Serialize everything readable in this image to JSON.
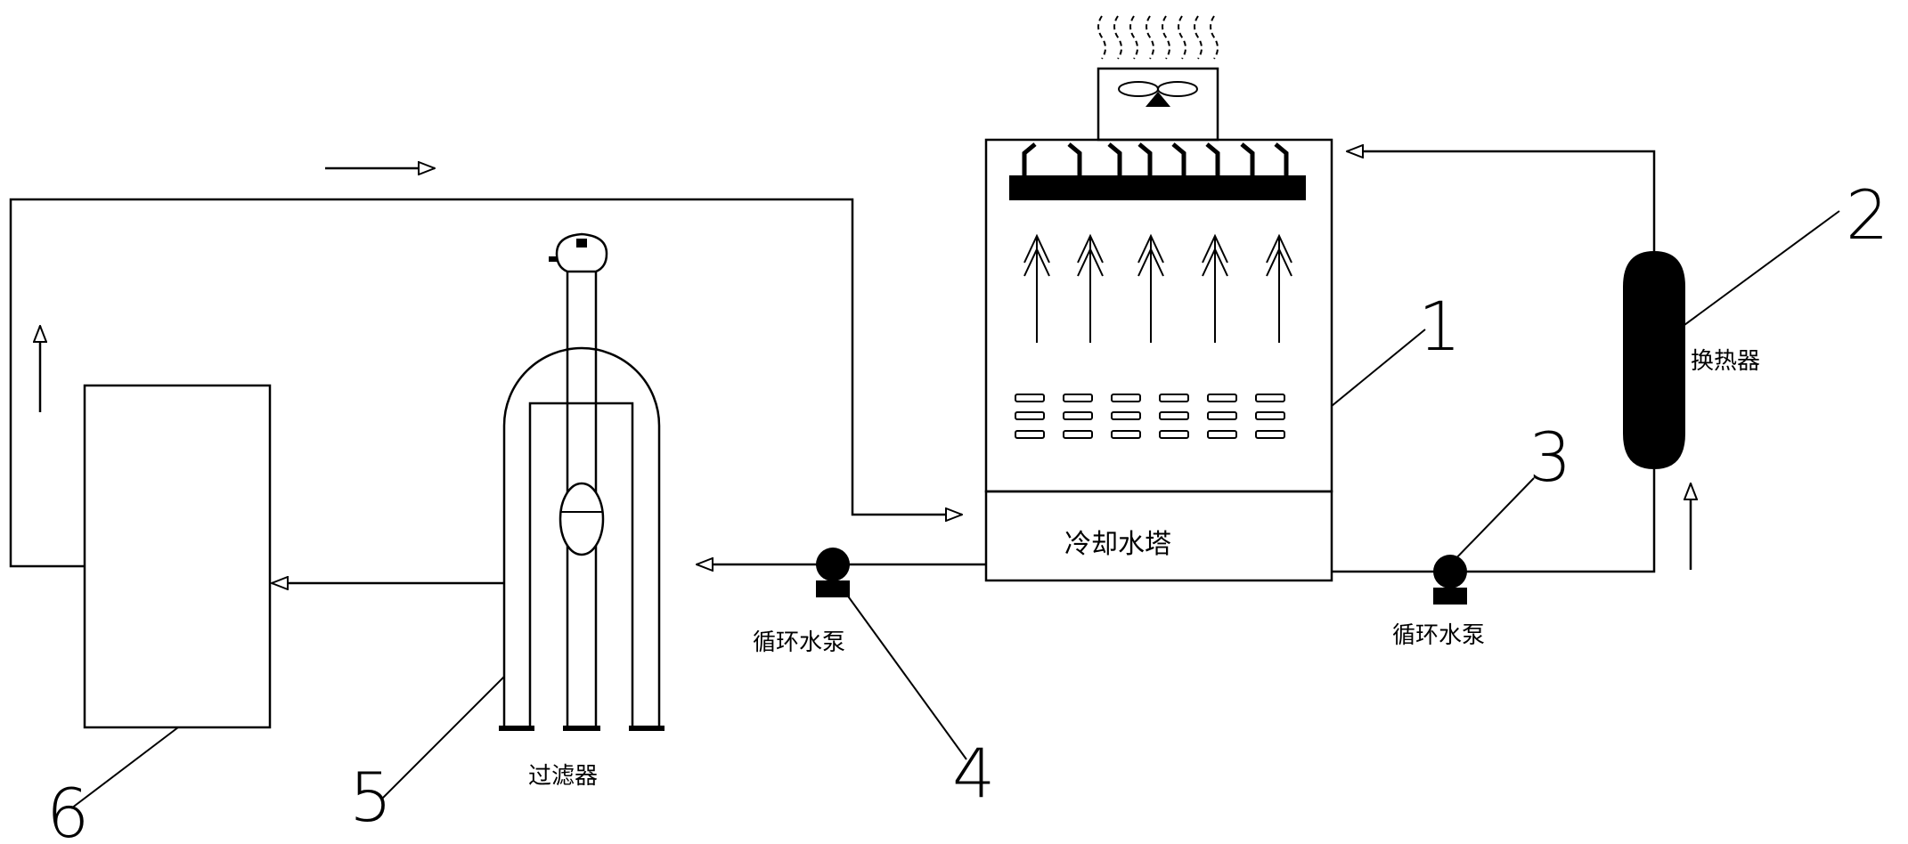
{
  "labels": {
    "tower": "冷却水塔",
    "heat_exchanger": "换热器",
    "pump_left": "循环水泵",
    "pump_right": "循环水泵",
    "filter": "过滤器"
  },
  "numerals": {
    "n1": "1",
    "n2": "2",
    "n3": "3",
    "n4": "4",
    "n5": "5",
    "n6": "6"
  }
}
